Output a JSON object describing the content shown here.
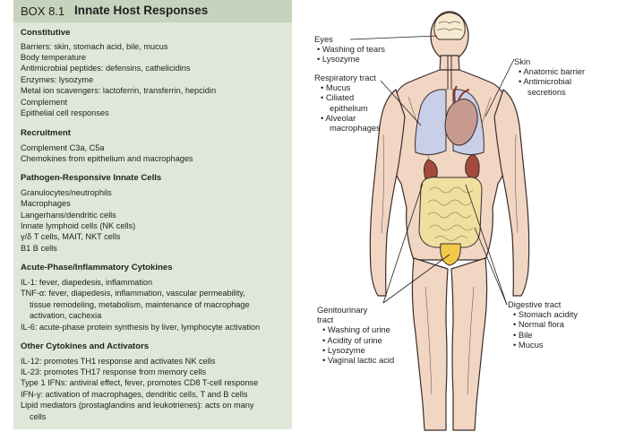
{
  "box": {
    "label": "BOX 8.1",
    "title": "Innate Host Responses",
    "sections": [
      {
        "heading": "Constitutive",
        "lines": [
          "Barriers: skin, stomach acid, bile, mucus",
          "Body temperature",
          "Antimicrobial peptides: defensins, cathelicidins",
          "Enzymes: lysozyme",
          "Metal ion scavengers: lactoferrin, transferrin, hepcidin",
          "Complement",
          "Epithelial cell responses"
        ]
      },
      {
        "heading": "Recruitment",
        "lines": [
          "Complement C3a, C5a",
          "Chemokines from epithelium and macrophages"
        ]
      },
      {
        "heading": "Pathogen-Responsive Innate Cells",
        "lines": [
          "Granulocytes/neutrophils",
          "Macrophages",
          "Langerhans/dendritic cells",
          "Innate lymphoid cells (NK cells)",
          "γ/δ T cells, MAIT, NKT cells",
          "B1 B cells"
        ]
      },
      {
        "heading": "Acute-Phase/Inflammatory Cytokines",
        "lines": [
          "IL-1: fever, diapedesis, inflammation",
          "TNF-α: fever, diapedesis, inflammation, vascular permeability,",
          "tissue remodeling, metabolism, maintenance of macrophage",
          "activation, cachexia",
          "IL-6: acute-phase protein synthesis by liver, lymphocyte activation"
        ]
      },
      {
        "heading": "Other Cytokines and Activators",
        "lines": [
          "IL-12: promotes TH1 response and activates NK cells",
          "IL-23: promotes TH17 response from memory cells",
          "Type 1 IFNs: antiviral effect, fever, promotes CD8 T-cell response",
          "IFN-γ: activation of macrophages, dendritic cells, T and B cells",
          "Lipid mediators (prostaglandins and leukotrienes): acts on many",
          "cells"
        ]
      }
    ]
  },
  "figure": {
    "eyes": {
      "title": "Eyes",
      "items": [
        "• Washing of tears",
        "• Lysozyme"
      ]
    },
    "respiratory": {
      "title": "Respiratory tract",
      "items": [
        "• Mucus",
        "• Ciliated",
        "epithelium",
        "• Alveolar",
        "macrophages"
      ]
    },
    "skin": {
      "title": "Skin",
      "items": [
        "• Anatomic barrier",
        "• Antimicrobial",
        "secretions"
      ]
    },
    "genitourinary": {
      "title_1": "Genitourinary",
      "title_2": "tract",
      "items": [
        "• Washing of urine",
        "• Acidity of urine",
        "• Lysozyme",
        "• Vaginal lactic acid"
      ]
    },
    "digestive": {
      "title": "Digestive tract",
      "items": [
        "• Stomach acidity",
        "• Normal flora",
        "• Bile",
        "• Mucus"
      ]
    }
  },
  "colors": {
    "box_bg": "#dfe7d8",
    "box_header": "#c6d3bd",
    "skin": "#f2d6c4",
    "outline": "#3a2c28",
    "lung": "#c9cfe9",
    "heart": "#c79a90",
    "kidney": "#a24a3a",
    "intestine": "#f0e0a0",
    "bladder": "#f2c84a"
  }
}
